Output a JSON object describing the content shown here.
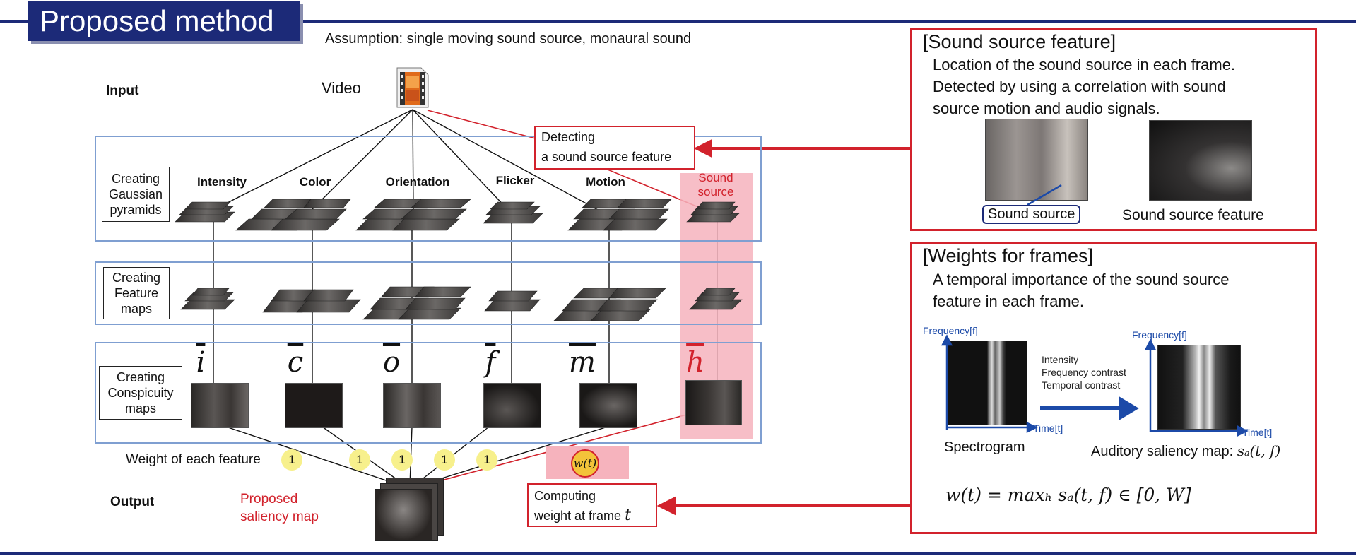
{
  "header": {
    "title": "Proposed method"
  },
  "assumption": "Assumption: single moving sound source, monaural sound",
  "rows": {
    "input": "Input",
    "output": "Output"
  },
  "video_label": "Video",
  "stages": [
    {
      "label": "Creating\nGaussian\npyramids"
    },
    {
      "label": "Creating\nFeature\nmaps"
    },
    {
      "label": "Creating\nConspicuity\nmaps"
    }
  ],
  "features": [
    "Intensity",
    "Color",
    "Orientation",
    "Flicker",
    "Motion"
  ],
  "sound_feature_label": "Sound\nsource",
  "symbols": [
    "i",
    "c",
    "o",
    "f",
    "m",
    "h"
  ],
  "detect_box": "Detecting\na sound source feature",
  "weight_label": "Weight of each feature",
  "weights": [
    "1",
    "1",
    "1",
    "1",
    "1"
  ],
  "weight_t": "w(t)",
  "compute_box": {
    "line1": "Computing",
    "line2": "weight at frame",
    "var": "t"
  },
  "proposed_label": "Proposed\nsaliency map",
  "panel_sound": {
    "title": "[Sound source feature]",
    "lines": [
      "Location of the sound source in each frame.",
      "Detected by using a correlation with sound",
      "source motion and audio signals."
    ],
    "badge": "Sound source",
    "caption": "Sound source feature"
  },
  "panel_weights": {
    "title": "[Weights for frames]",
    "lines": [
      "A temporal importance of the sound source",
      "feature in each frame."
    ],
    "freq_axis": "Frequency[f]",
    "time_axis": "Time[t]",
    "arrow_text": "Intensity\nFrequency contrast\nTemporal contrast",
    "spectrogram": "Spectrogram",
    "saliency_label": "Auditory saliency map:",
    "saliency_func": "sₐ(t, f)",
    "formula": "w(t) = maxₕ sₐ(t, f) ∈ [0, W]"
  },
  "colors": {
    "navy": "#1c2a78",
    "red": "#d2222c",
    "blue_frame": "#7f9fd1",
    "pink": "#f6b3bd",
    "bubble": "#f7f08c"
  }
}
